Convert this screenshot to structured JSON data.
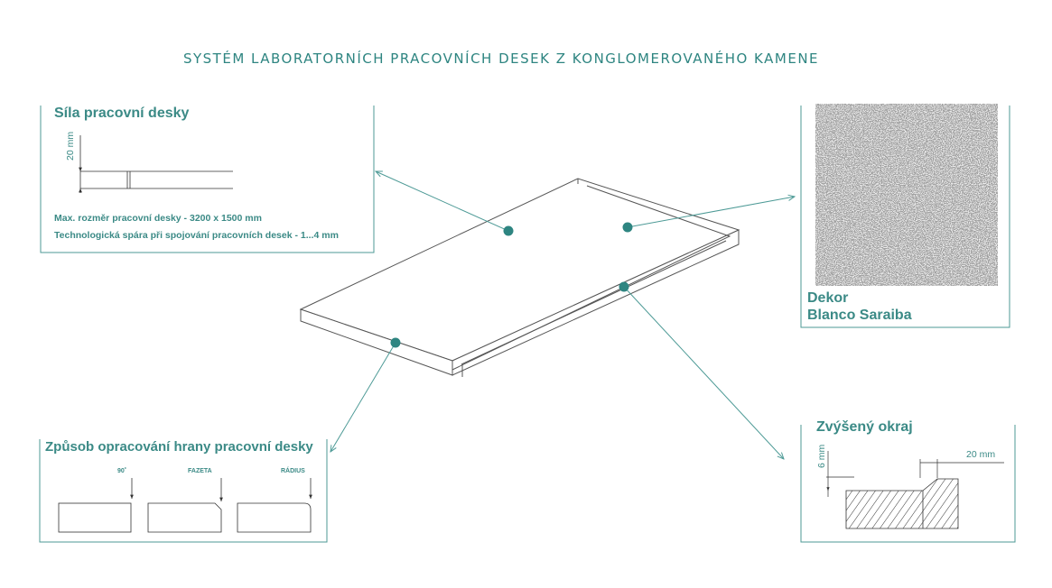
{
  "title": "SYSTÉM LABORATORNÍCH PRACOVNÍCH DESEK Z KONGLOMEROVANÉHO KAMENE",
  "thickness_panel": {
    "title": "Síla pracovní desky",
    "dim_label": "20 mm",
    "note_1": "Max. rozměr pracovní desky - 3200 x 1500 mm",
    "note_2": "Technologická spára při spojování pracovních desek - 1...4 mm"
  },
  "decor_panel": {
    "label_1": "Dekor",
    "label_2": "Blanco Saraiba"
  },
  "edge_panel": {
    "title": "Způsob opracování hrany pracovní desky",
    "profiles": [
      "90˚",
      "FAZETA",
      "RÁDIUS"
    ]
  },
  "raised_panel": {
    "title": "Zvýšený okraj",
    "height_label": "6 mm",
    "width_label": "20 mm"
  },
  "colors": {
    "accent": "#3b8a86",
    "line": "#4d9a96",
    "board": "#555555"
  }
}
